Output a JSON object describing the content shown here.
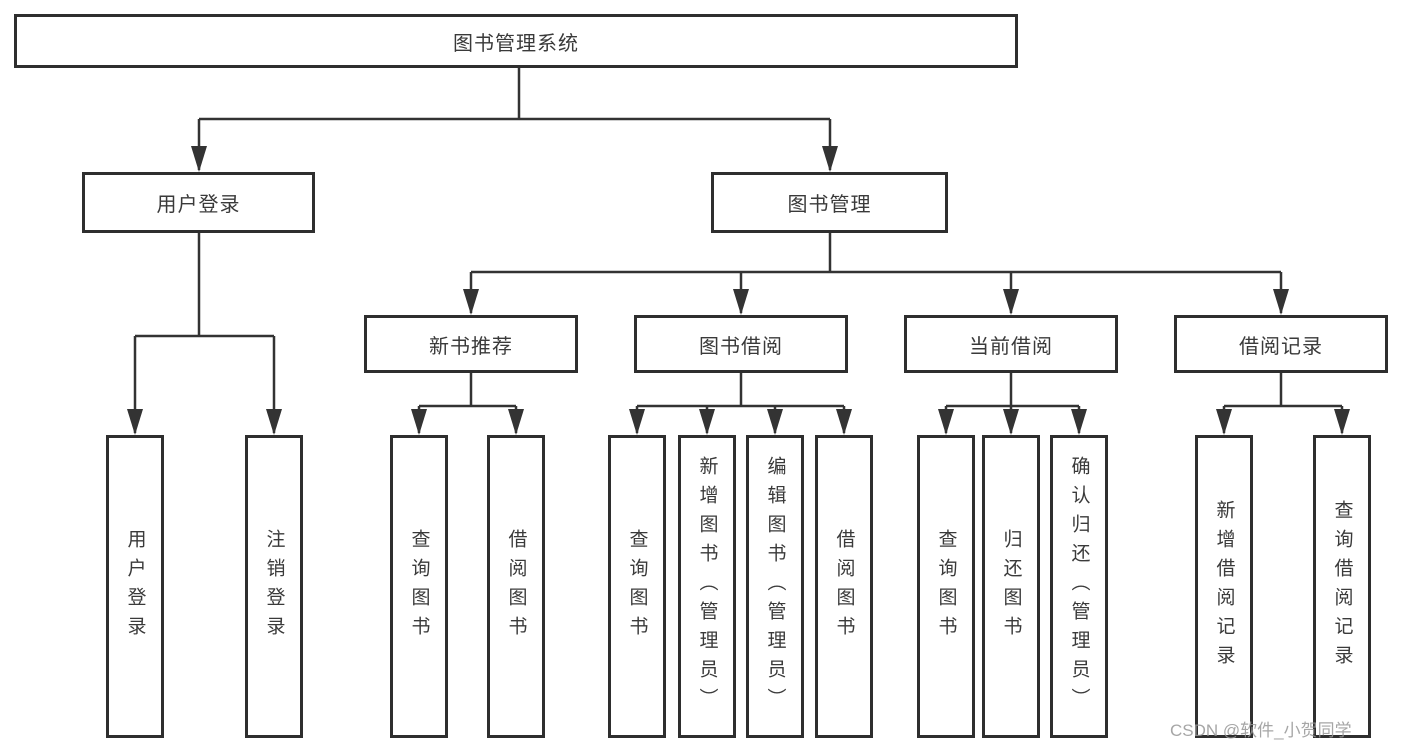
{
  "diagram": {
    "title": "图书管理系统",
    "level2": [
      {
        "id": "user-login",
        "label": "用户登录"
      },
      {
        "id": "book-management",
        "label": "图书管理"
      }
    ],
    "level3": [
      {
        "id": "new-book-recommend",
        "label": "新书推荐"
      },
      {
        "id": "book-borrowing",
        "label": "图书借阅"
      },
      {
        "id": "current-borrowing",
        "label": "当前借阅"
      },
      {
        "id": "borrowing-records",
        "label": "借阅记录"
      }
    ],
    "leaves": [
      {
        "id": "user-login",
        "parent": "user-login",
        "label": "用户登录"
      },
      {
        "id": "logout",
        "parent": "user-login",
        "label": "注销登录"
      },
      {
        "id": "query-books",
        "parent": "new-book-recommend",
        "label": "查询图书"
      },
      {
        "id": "borrow-books",
        "parent": "new-book-recommend",
        "label": "借阅图书"
      },
      {
        "id": "query-books",
        "parent": "book-borrowing",
        "label": "查询图书"
      },
      {
        "id": "add-book-admin",
        "parent": "book-borrowing",
        "label": "新增图书（管理员）"
      },
      {
        "id": "edit-book-admin",
        "parent": "book-borrowing",
        "label": "编辑图书（管理员）"
      },
      {
        "id": "borrow-books",
        "parent": "book-borrowing",
        "label": "借阅图书"
      },
      {
        "id": "query-books",
        "parent": "current-borrowing",
        "label": "查询图书"
      },
      {
        "id": "return-book",
        "parent": "current-borrowing",
        "label": "归还图书"
      },
      {
        "id": "confirm-return-admin",
        "parent": "current-borrowing",
        "label": "确认归还（管理员）"
      },
      {
        "id": "add-borrow-record",
        "parent": "borrowing-records",
        "label": "新增借阅记录"
      },
      {
        "id": "query-borrow-record",
        "parent": "borrowing-records",
        "label": "查询借阅记录"
      }
    ],
    "colors": {
      "line": "#333333",
      "box_border": "#2e2e2e",
      "box_fill": "#ffffff",
      "text": "#3a3a3a",
      "watermark": "#969696"
    },
    "watermark": "CSDN @软件_小贺同学"
  }
}
